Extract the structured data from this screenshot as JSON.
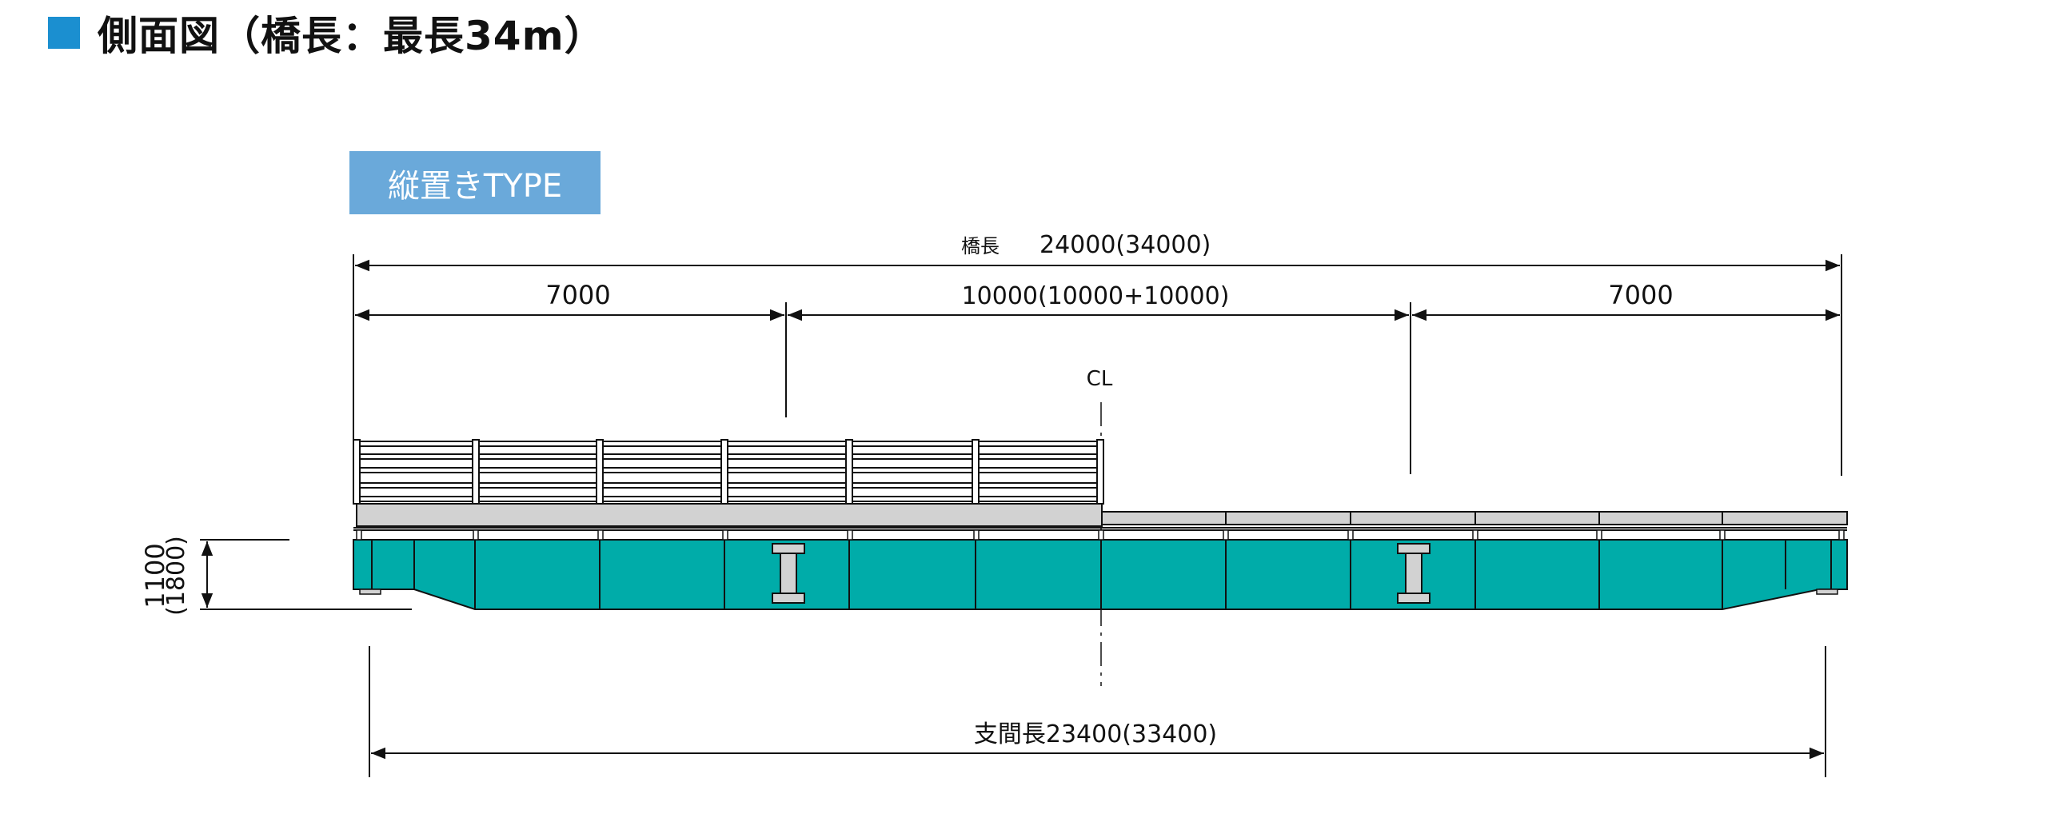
{
  "title": "側面図（橋長：最長34m）",
  "type_label": "縦置きTYPE",
  "dimensions": {
    "bridge_length_label": "橋長",
    "bridge_length_value": "24000(34000)",
    "segment_left": "7000",
    "segment_center": "10000(10000+10000)",
    "segment_right": "7000",
    "centerline": "CL",
    "height_main": "1100",
    "height_alt": "(1800)",
    "span_length": "支間長23400(33400)"
  },
  "colors": {
    "accent": "#1b8fd0",
    "badge": "#6aa9da",
    "hull": "#00aca9",
    "deck": "#d2d2d2",
    "line": "#111111"
  }
}
